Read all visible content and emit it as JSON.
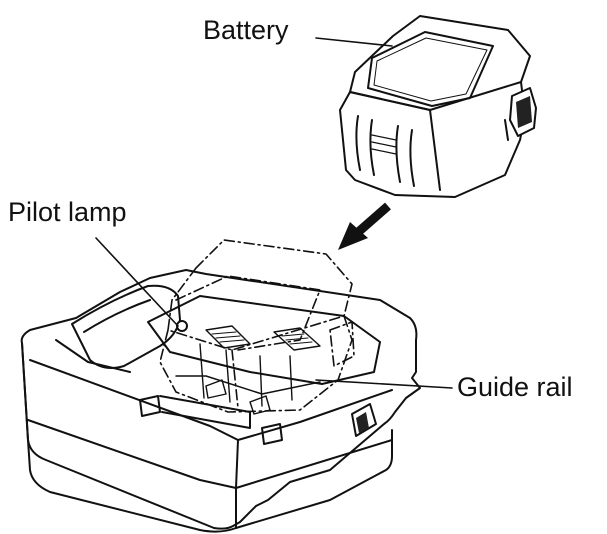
{
  "labels": {
    "battery": "Battery",
    "pilot_lamp": "Pilot lamp",
    "guide_rail": "Guide rail"
  },
  "colors": {
    "ink": "#111111",
    "paper": "#ffffff"
  }
}
